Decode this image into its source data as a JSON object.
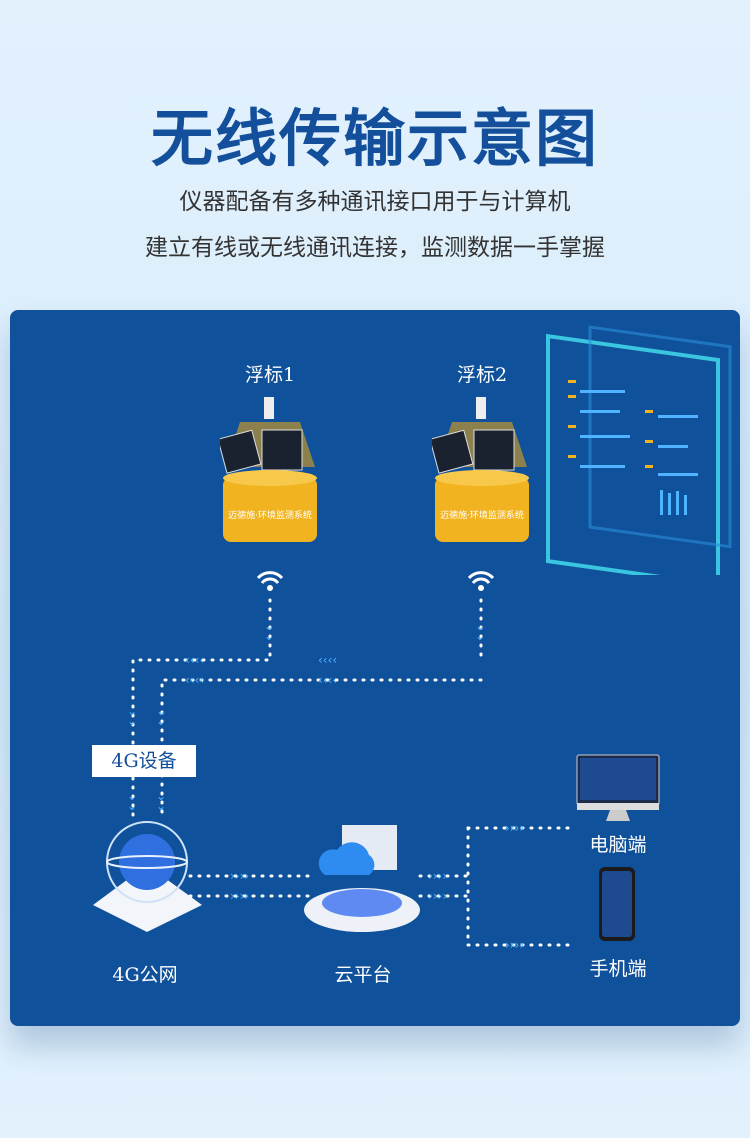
{
  "header": {
    "title": "无线传输示意图",
    "line1": "仪器配备有多种通讯接口用于与计算机",
    "line2": "建立有线或无线通讯连接，监测数据一手掌握"
  },
  "diagram": {
    "buoys": [
      {
        "label": "浮标1",
        "body_text": "迈德施·环境监测系统"
      },
      {
        "label": "浮标2",
        "body_text": "迈德施·环境监测系统"
      }
    ],
    "device_label": "4G设备",
    "network_label": "4G公网",
    "cloud_label": "云平台",
    "pc_label": "电脑端",
    "mobile_label": "手机端",
    "colors": {
      "panel": "#0f519a",
      "buoy": "#f2b320",
      "arrow": "#4fb3ff",
      "title": "#134f9b"
    }
  }
}
